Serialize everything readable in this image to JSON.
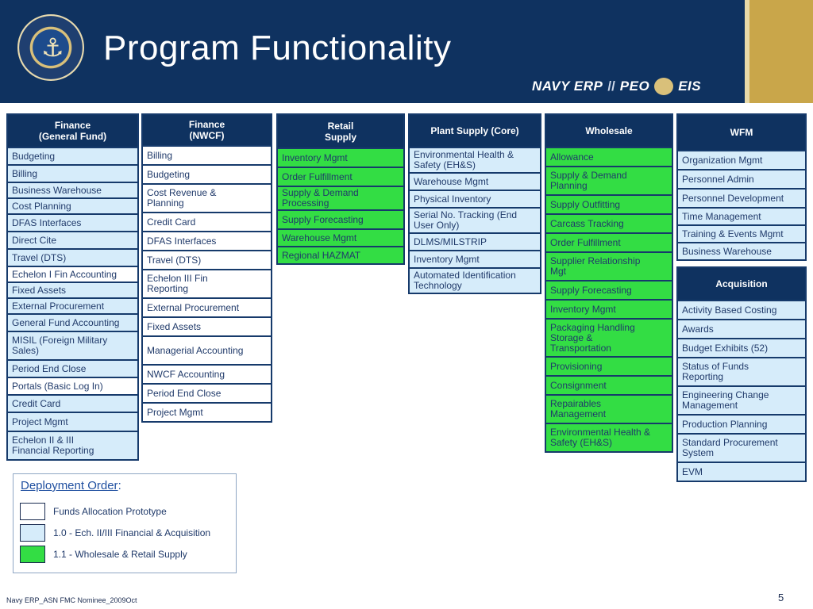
{
  "header": {
    "title": "Program Functionality",
    "logo_navy": "NAVY ERP",
    "logo_peo": "PEO",
    "logo_eis": "EIS"
  },
  "columns": [
    {
      "id": "finance-general",
      "header": "Finance\n(General Fund)",
      "cells": [
        {
          "text": "Budgeting",
          "level": "b"
        },
        {
          "text": "Billing",
          "level": "b"
        },
        {
          "text": "Business Warehouse",
          "level": "b"
        },
        {
          "text": "Cost Planning",
          "level": "b"
        },
        {
          "text": "DFAS Interfaces",
          "level": "b"
        },
        {
          "text": "Direct Cite",
          "level": "b"
        },
        {
          "text": "Travel (DTS)",
          "level": "b"
        },
        {
          "text": "Echelon I Fin Accounting",
          "level": "w"
        },
        {
          "text": "Fixed Assets",
          "level": "b"
        },
        {
          "text": "External Procurement",
          "level": "b"
        },
        {
          "text": "General Fund Accounting",
          "level": "b"
        },
        {
          "text": "MISIL (Foreign Military\nSales)",
          "level": "b"
        },
        {
          "text": "Period End Close",
          "level": "b"
        },
        {
          "text": "Portals (Basic Log In)",
          "level": "w"
        },
        {
          "text": "Credit Card",
          "level": "b"
        },
        {
          "text": "Project Mgmt",
          "level": "b"
        },
        {
          "text": "Echelon II & III\nFinancial Reporting",
          "level": "b"
        }
      ]
    },
    {
      "id": "finance-nwcf",
      "header": "Finance\n(NWCF)",
      "cells": [
        {
          "text": "Billing",
          "level": "w"
        },
        {
          "text": "Budgeting",
          "level": "w"
        },
        {
          "text": "Cost Revenue &\nPlanning",
          "level": "w"
        },
        {
          "text": "Credit Card",
          "level": "w"
        },
        {
          "text": "DFAS Interfaces",
          "level": "w"
        },
        {
          "text": "Travel (DTS)",
          "level": "w"
        },
        {
          "text": "Echelon III Fin\nReporting",
          "level": "w"
        },
        {
          "text": "External Procurement",
          "level": "w"
        },
        {
          "text": "Fixed Assets",
          "level": "w"
        },
        {
          "text": "Managerial Accounting",
          "level": "w"
        },
        {
          "text": "NWCF Accounting",
          "level": "w"
        },
        {
          "text": "Period End Close",
          "level": "w"
        },
        {
          "text": "Project Mgmt",
          "level": "w"
        }
      ]
    },
    {
      "id": "retail-supply",
      "header": "Retail\nSupply",
      "cells": [
        {
          "text": "Inventory Mgmt",
          "level": "g"
        },
        {
          "text": "Order Fulfillment",
          "level": "g"
        },
        {
          "text": "Supply & Demand\nProcessing",
          "level": "g"
        },
        {
          "text": "Supply Forecasting",
          "level": "g"
        },
        {
          "text": "Warehouse Mgmt",
          "level": "g"
        },
        {
          "text": "Regional HAZMAT",
          "level": "g"
        }
      ]
    },
    {
      "id": "plant-supply",
      "header": "Plant Supply (Core)",
      "cells": [
        {
          "text": "Environmental Health &\nSafety (EH&S)",
          "level": "b"
        },
        {
          "text": "Warehouse Mgmt",
          "level": "b"
        },
        {
          "text": "Physical Inventory",
          "level": "b"
        },
        {
          "text": "Serial No. Tracking (End\nUser Only)",
          "level": "b"
        },
        {
          "text": "DLMS/MILSTRIP",
          "level": "b"
        },
        {
          "text": "Inventory Mgmt",
          "level": "b"
        },
        {
          "text": "Automated Identification\nTechnology",
          "level": "b"
        }
      ]
    },
    {
      "id": "wholesale",
      "header": "Wholesale",
      "cells": [
        {
          "text": "Allowance",
          "level": "g"
        },
        {
          "text": "Supply & Demand\nPlanning",
          "level": "g"
        },
        {
          "text": "Supply Outfitting",
          "level": "g"
        },
        {
          "text": "Carcass Tracking",
          "level": "g"
        },
        {
          "text": "Order Fulfillment",
          "level": "g"
        },
        {
          "text": "Supplier Relationship\nMgt",
          "level": "g"
        },
        {
          "text": "Supply Forecasting",
          "level": "g"
        },
        {
          "text": "Inventory Mgmt",
          "level": "g"
        },
        {
          "text": "Packaging Handling\nStorage &\nTransportation",
          "level": "g"
        },
        {
          "text": "Provisioning",
          "level": "g"
        },
        {
          "text": "Consignment",
          "level": "g"
        },
        {
          "text": "Repairables\nManagement",
          "level": "g"
        },
        {
          "text": "Environmental Health &\nSafety (EH&S)",
          "level": "g"
        }
      ]
    },
    {
      "id": "wfm",
      "header": "WFM",
      "cells": [
        {
          "text": "Organization Mgmt",
          "level": "b"
        },
        {
          "text": "Personnel Admin",
          "level": "b"
        },
        {
          "text": "Personnel Development",
          "level": "b"
        },
        {
          "text": "Time Management",
          "level": "b"
        },
        {
          "text": "Training & Events Mgmt",
          "level": "b"
        },
        {
          "text": "Business Warehouse",
          "level": "b"
        }
      ]
    },
    {
      "id": "acquisition",
      "header": "Acquisition",
      "cells": [
        {
          "text": "Activity Based Costing",
          "level": "b"
        },
        {
          "text": "Awards",
          "level": "b"
        },
        {
          "text": "Budget Exhibits (52)",
          "level": "b"
        },
        {
          "text": "Status of Funds\nReporting",
          "level": "b"
        },
        {
          "text": "Engineering Change\nManagement",
          "level": "b"
        },
        {
          "text": "Production Planning",
          "level": "b"
        },
        {
          "text": "Standard Procurement\nSystem",
          "level": "b"
        },
        {
          "text": "EVM",
          "level": "b"
        }
      ]
    }
  ],
  "legend": {
    "title": "Deployment Order",
    "title_suffix": ":",
    "items": [
      {
        "label": "Funds Allocation Prototype",
        "color": "#ffffff"
      },
      {
        "label": "1.0 -  Ech. II/III Financial & Acquisition",
        "color": "#d6ecfa"
      },
      {
        "label": "1.1 - Wholesale & Retail Supply",
        "color": "#33dd44"
      }
    ]
  },
  "footer": {
    "left": "Navy ERP_ASN FMC Nominee_2009Oct",
    "page_number": "5"
  },
  "colors": {
    "header_bg": "#0f3260",
    "accent_gold": "#c9a64a",
    "light_blue": "#d6ecfa",
    "green": "#33dd44"
  }
}
